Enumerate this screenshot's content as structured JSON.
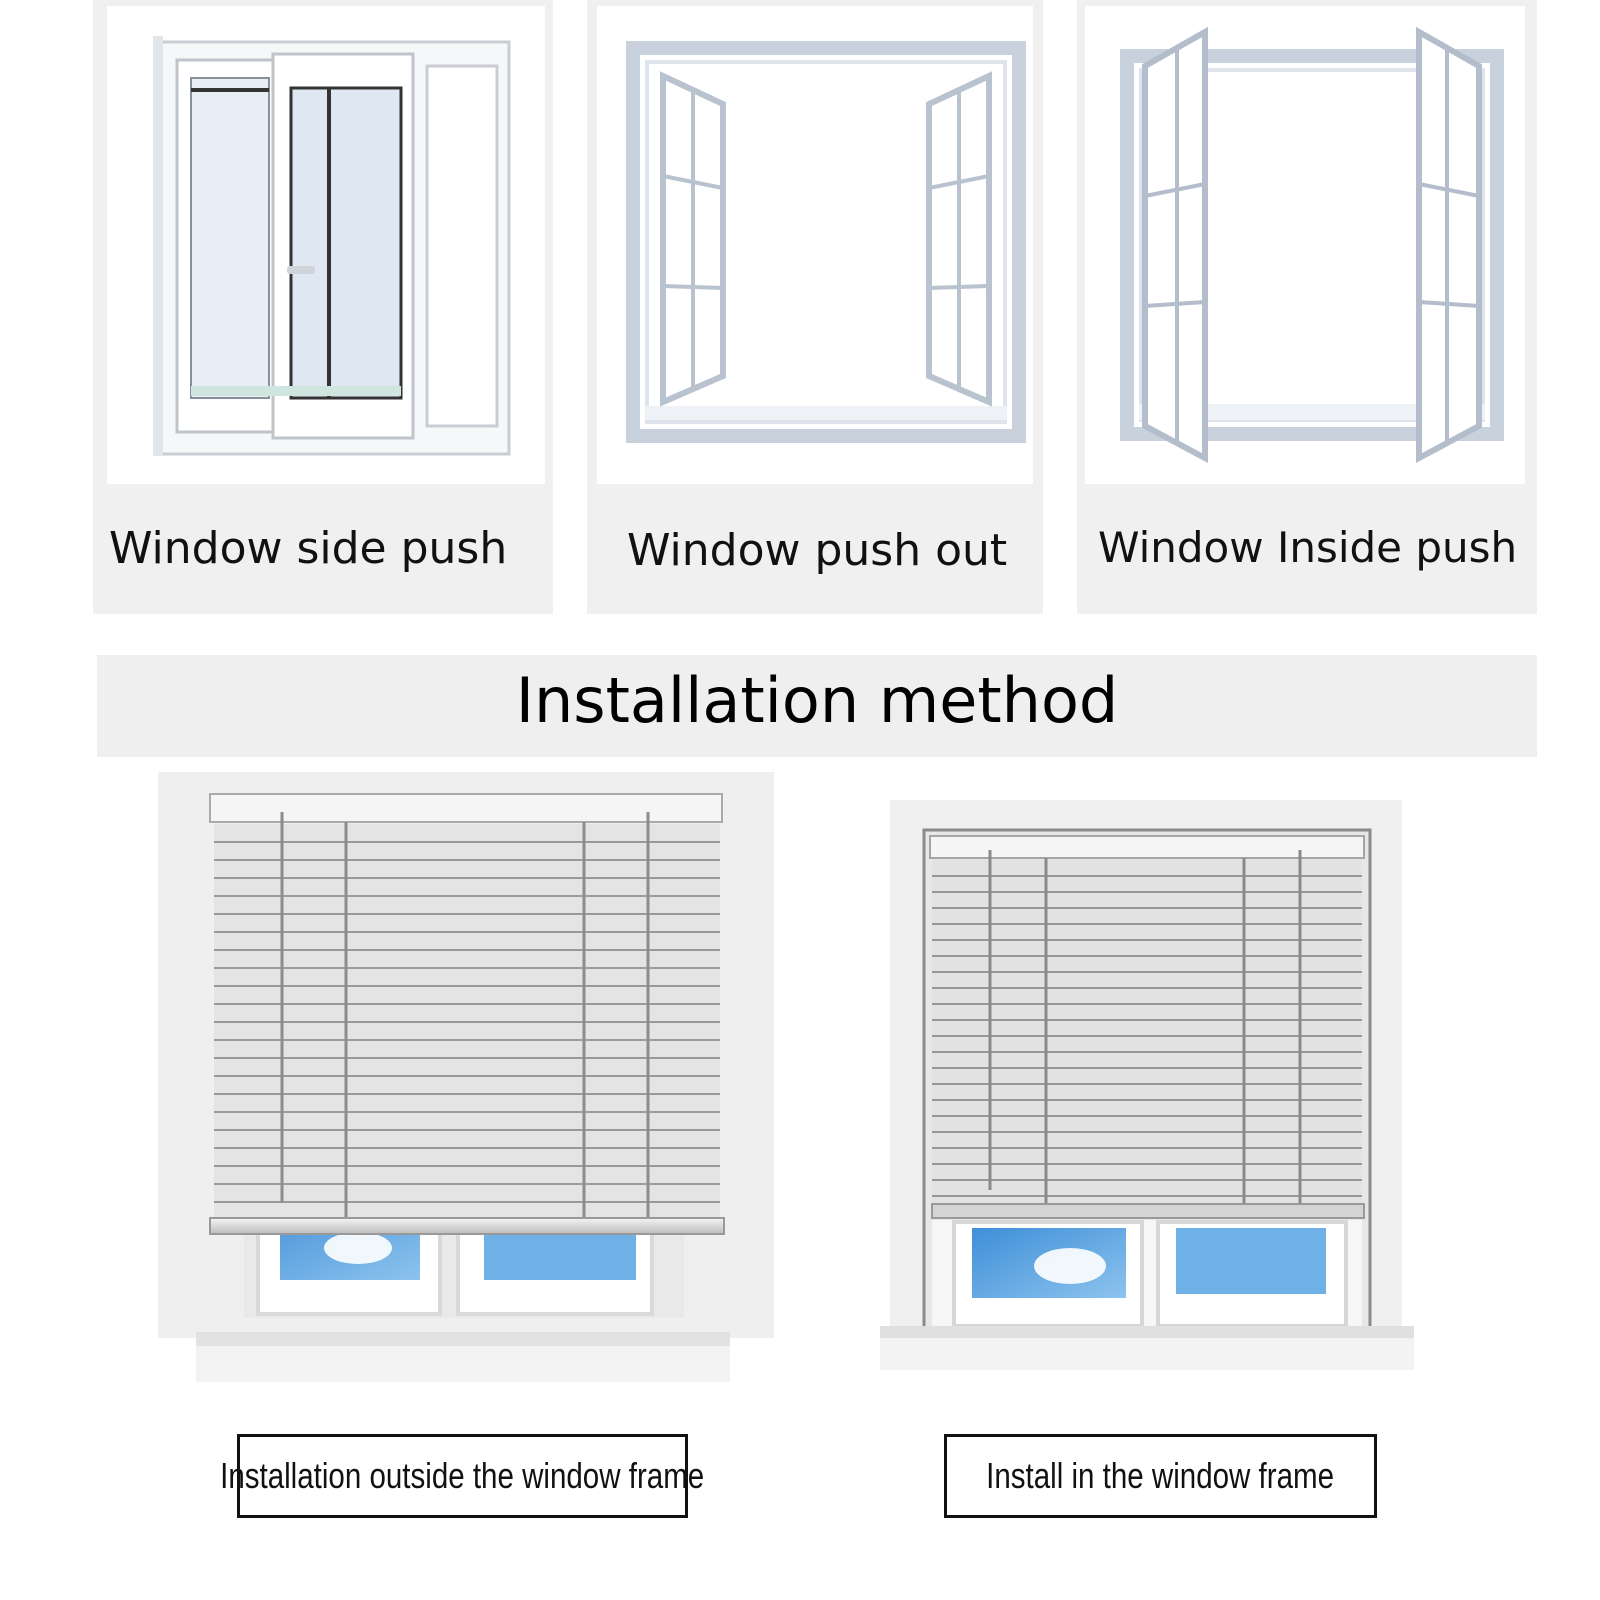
{
  "window_types": [
    {
      "caption": "Window side push"
    },
    {
      "caption": "Window push out"
    },
    {
      "caption": "Window Inside push"
    }
  ],
  "section_title": "Installation method",
  "install_options": [
    {
      "label": "Installation outside the window frame"
    },
    {
      "label": "Install in the window frame"
    }
  ],
  "colors": {
    "panel_bg": "#f0f0f0",
    "frame": "#c9d1dd",
    "glass": "#e4edf6",
    "sky": "#7fb8ea",
    "blind": "#e6e6e6"
  }
}
